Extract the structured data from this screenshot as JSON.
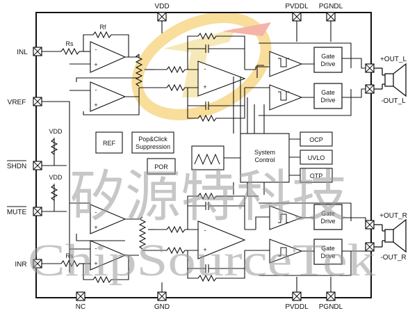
{
  "pins": {
    "vdd_top": "VDD",
    "pvddl_top": "PVDDL",
    "pgndl_top": "PGNDL",
    "inl": "INL",
    "vref": "VREF",
    "shdn": "SHDN",
    "mute": "MUTE",
    "inr": "INR",
    "nc": "NC",
    "gnd": "GND",
    "pvddl_bottom": "PVDDL",
    "pgndl_bottom": "PGNDL",
    "out_l_pos": "+OUT_L",
    "out_l_neg": "-OUT_L",
    "out_r_pos": "+OUT_R",
    "out_r_neg": "-OUT_R"
  },
  "labels": {
    "rf": "Rf",
    "rs_top": "Rs",
    "rs_bottom": "Rs",
    "vdd_shdn": "VDD",
    "vdd_mute": "VDD"
  },
  "blocks": {
    "ref": "REF",
    "popclick_1": "Pop&Click",
    "popclick_2": "Suppression",
    "por": "POR",
    "syscontrol_1": "System",
    "syscontrol_2": "Control",
    "ocp": "OCP",
    "uvlo": "UVLO",
    "otp": "OTP",
    "gate_drive": [
      "Gate",
      "Drive"
    ]
  },
  "watermark": {
    "cn": "矽源特科技",
    "en": "ChipSourceTek",
    "colors": {
      "logo_yellow": "#f6d27a",
      "logo_red": "#f39a8a"
    }
  }
}
